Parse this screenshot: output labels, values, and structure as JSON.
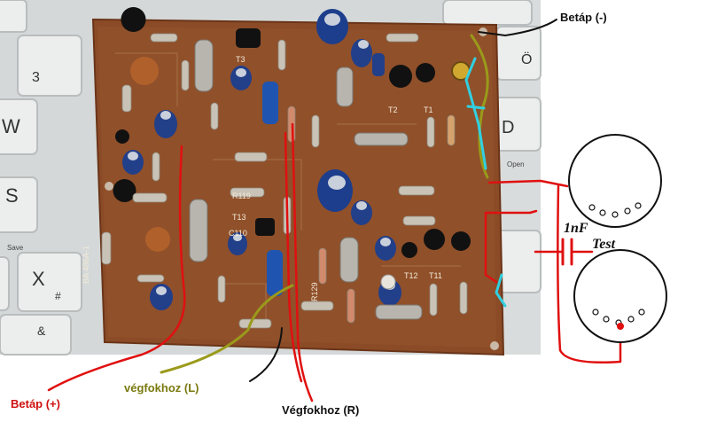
{
  "colors": {
    "background": "#ffffff",
    "keyboard": "#d9dcdc",
    "keycap": "#e9ebea",
    "pcb": "#8a4a26",
    "red_wire": "#e01010",
    "black_wire": "#111111",
    "olive_wire": "#9a9a1a",
    "cyan_wire": "#30d0e0",
    "label_olive": "#7a7a10"
  },
  "labels": {
    "betap_minus": "Betáp (-)",
    "betap_plus": "Betáp  (+)",
    "vegfokhoz_l": "végfokhoz (L)",
    "vegfokhoz_r": "Végfokhoz  (R)",
    "cap_value": "1nF",
    "test": "Test"
  },
  "board": {
    "model": "BA 486A-1",
    "markings": {
      "t1": "T1",
      "t2": "T2",
      "t3": "T3",
      "t11": "T11",
      "t12": "T12",
      "t13": "T13",
      "c110": "C110",
      "r119": "R119",
      "r129": "R129"
    }
  },
  "keyboard": {
    "keys": {
      "k3": "3",
      "kw": "W",
      "ks": "S",
      "kx": "X",
      "kd": "D",
      "ko": "Ö",
      "hash": "#",
      "ampersand": "&",
      "save": "Save",
      "open": "Open"
    }
  }
}
